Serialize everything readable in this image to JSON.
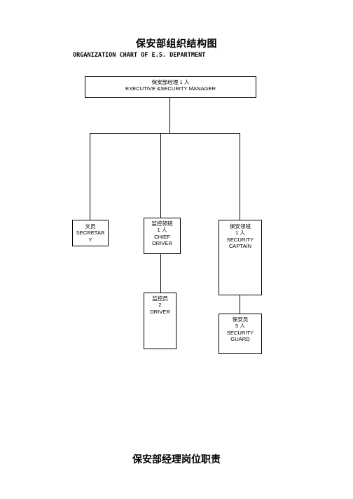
{
  "title": "保安部组织结构图",
  "subtitle": "ORGANIZATION CHART OF E.S. DEPARTMENT",
  "nodes": {
    "manager": {
      "line1": "保安部经理 1 人",
      "line2": "EXECUTIVE  &SECURITY MANAGER"
    },
    "secretary": {
      "line1": "文员",
      "line2": "SECRETAR",
      "line3": "Y"
    },
    "chief_driver": {
      "line1": "监控领班",
      "line2": "1 人",
      "line3": "CHIEF",
      "line4": "DRIVER"
    },
    "driver": {
      "line1": "监控员",
      "line2": "2",
      "line3": "DRIVER"
    },
    "security_captain": {
      "line1": "保安领班",
      "line2": "1 人",
      "line3": "SECURITY",
      "line4": "CAPTAIN"
    },
    "security_guard": {
      "line1": "保安员",
      "line2": "5 人",
      "line3": "SECURITY",
      "line4": "GUARD"
    }
  },
  "footer_title": "保安部经理岗位职责"
}
